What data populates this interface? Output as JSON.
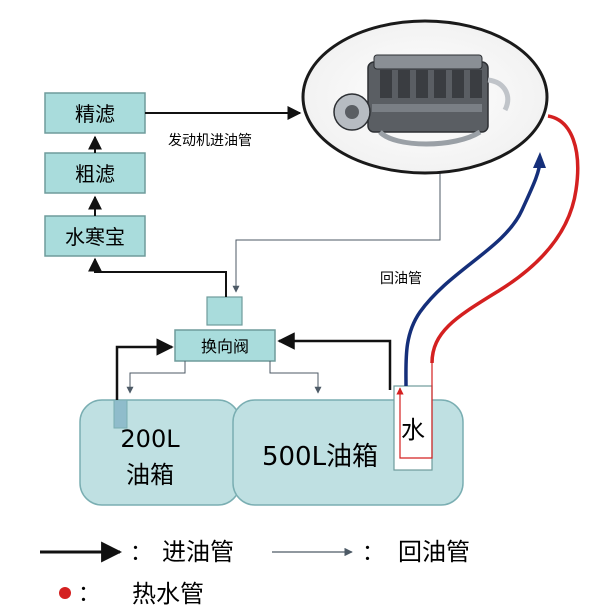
{
  "filters": {
    "fine": "精滤",
    "coarse": "粗滤",
    "water_separator": "水寒宝"
  },
  "valve": "换向阀",
  "labels": {
    "engine_inlet": "发动机进油管",
    "return_pipe": "回油管"
  },
  "tanks": {
    "small_line1": "200L",
    "small_line2": "油箱",
    "large": "500L油箱",
    "water": "水"
  },
  "legend": {
    "inlet": "进油管",
    "return": "回油管",
    "hot_water": "热水管",
    "colon": "：",
    "colon_dot": "："
  },
  "colors": {
    "box_fill": "#a9dcdc",
    "box_stroke": "#6f9b9b",
    "tank_fill": "#bfe0e2",
    "tank_stroke": "#7aaeb2",
    "inlet": "#111111",
    "return": "#4d5a66",
    "hot_water": "#d42020",
    "cold_water": "#152f7a"
  },
  "icons": {
    "engine": "engine-photo-icon"
  }
}
